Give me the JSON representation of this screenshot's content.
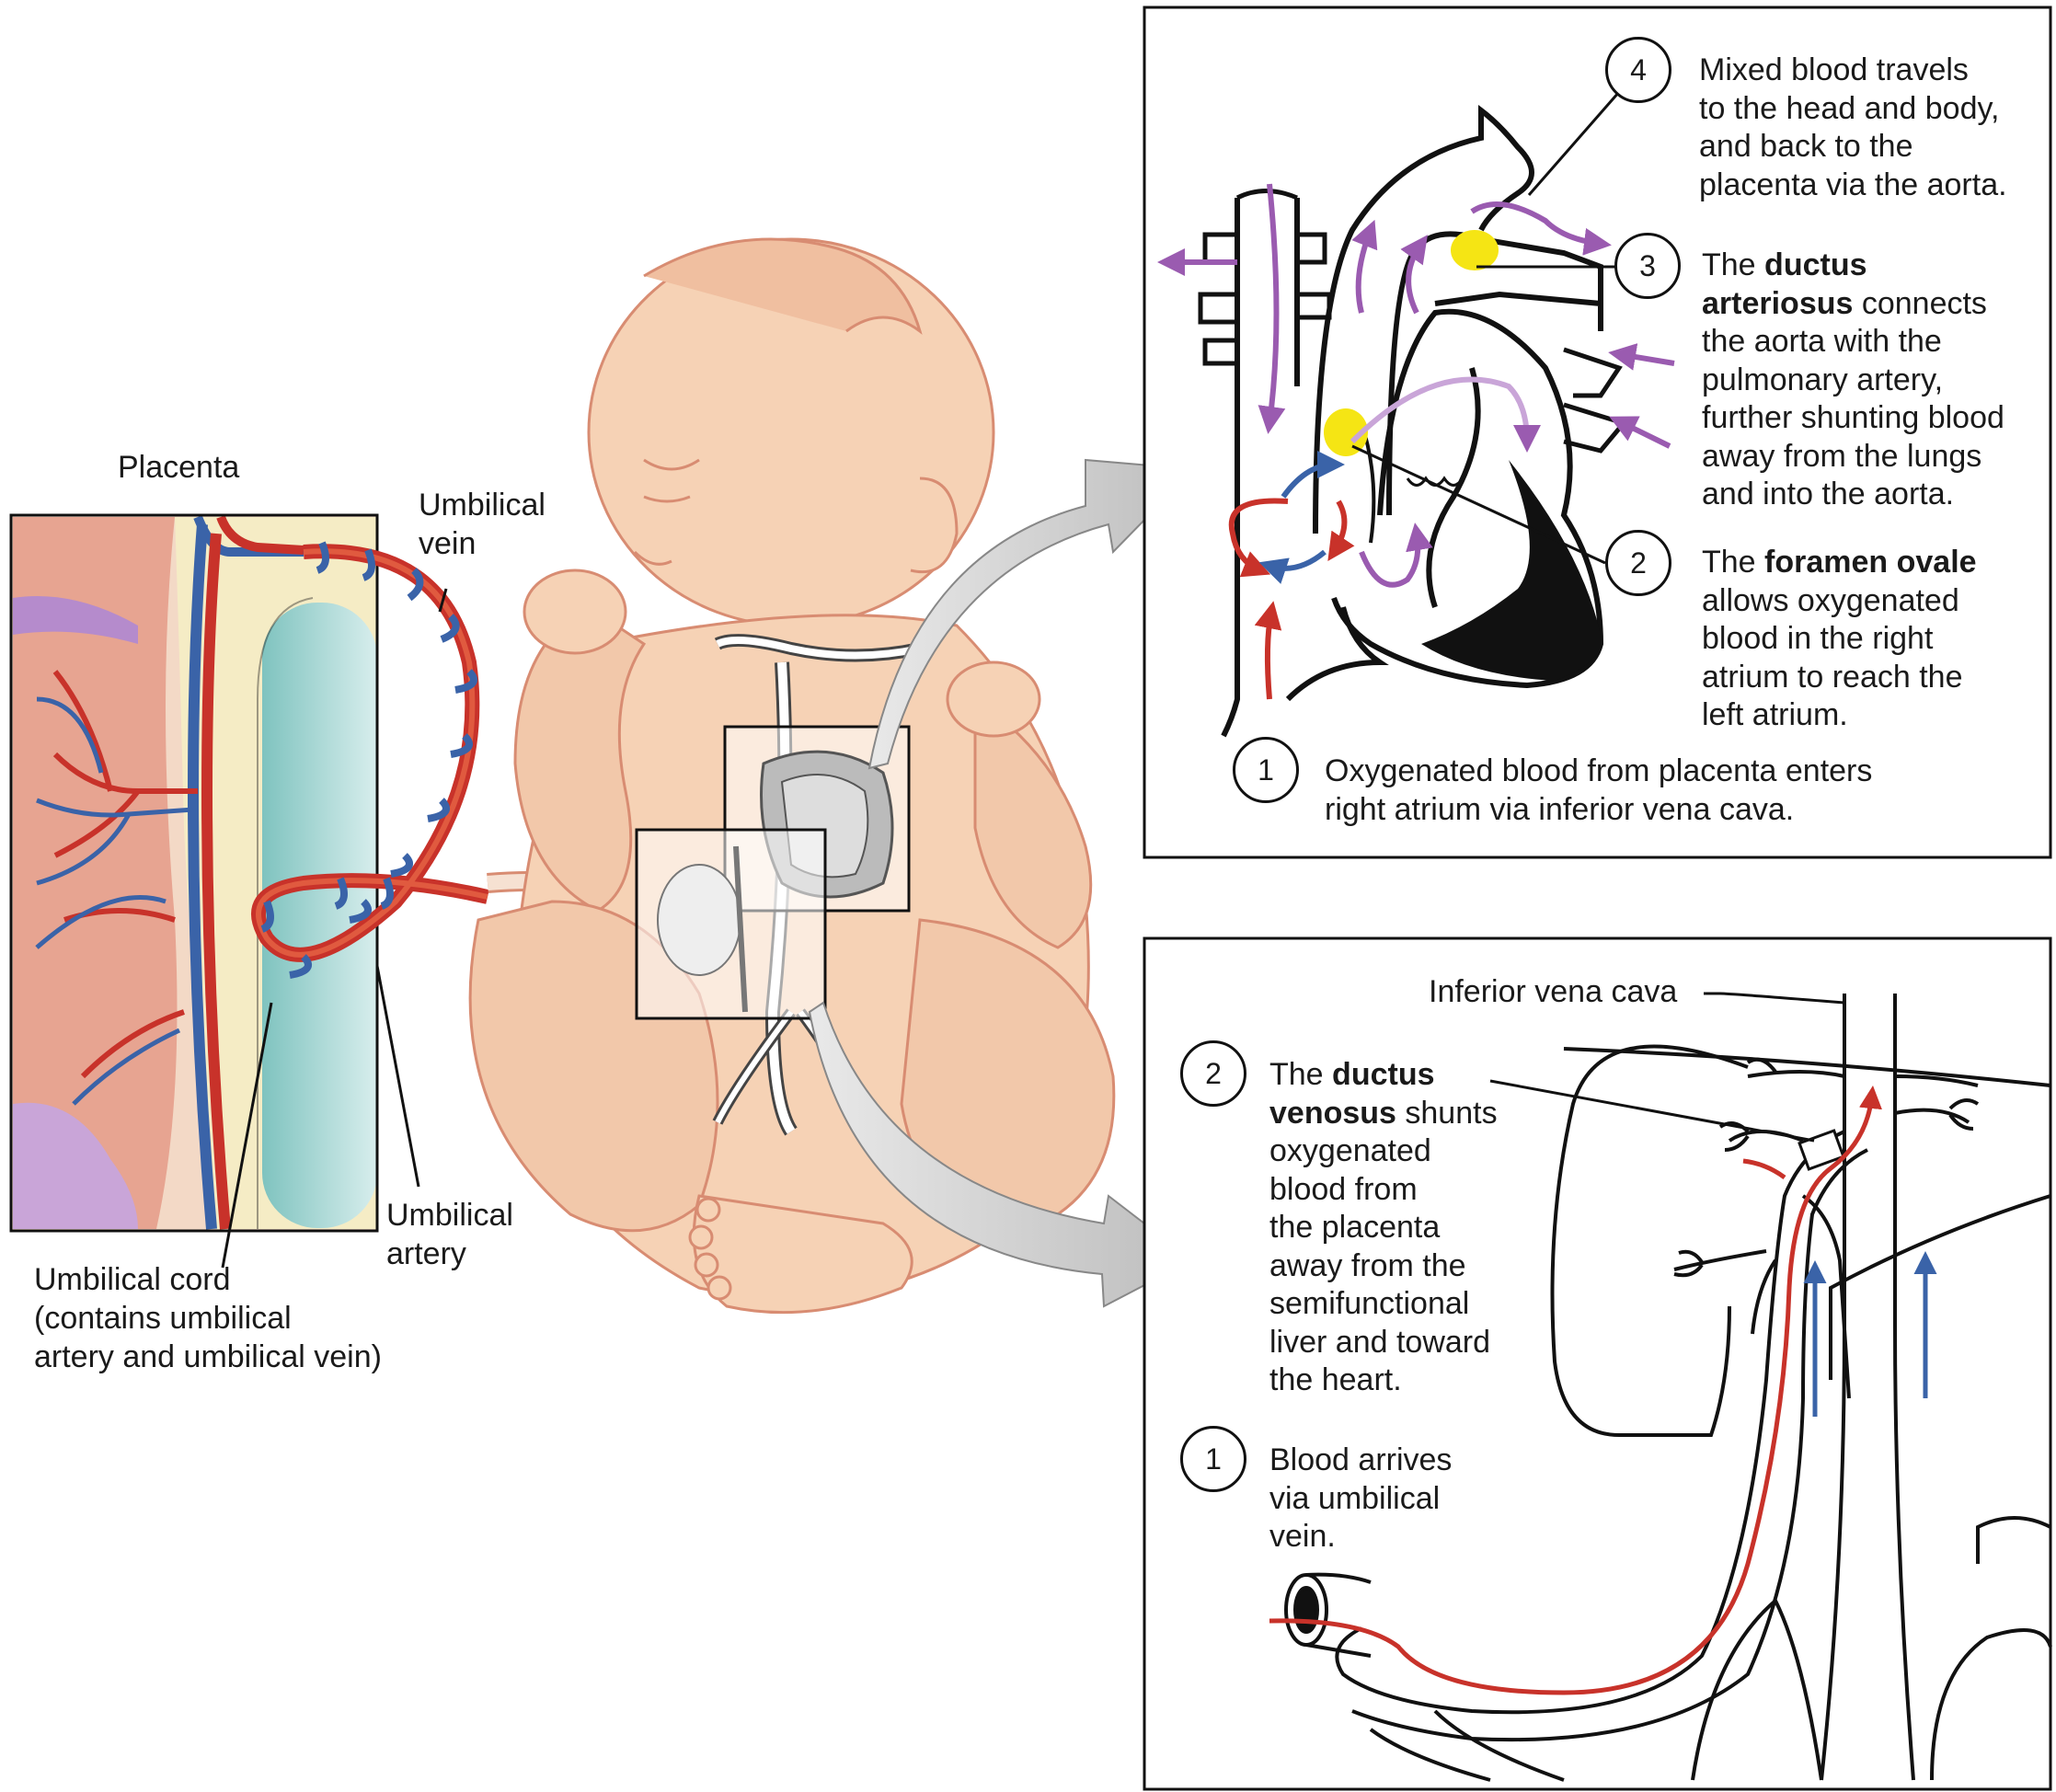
{
  "left_panel": {
    "placenta_label": "Placenta",
    "umbilical_vein_label": [
      "Umbilical",
      "vein"
    ],
    "umbilical_artery_label": [
      "Umbilical",
      "artery"
    ],
    "umbilical_cord_label": [
      "Umbilical cord",
      "(contains umbilical",
      "artery and umbilical vein)"
    ]
  },
  "heart_panel": {
    "steps": [
      {
        "number": "1",
        "lines": [
          "Oxygenated blood from placenta enters",
          "right atrium via inferior vena cava."
        ]
      },
      {
        "number": "2",
        "pre": "The ",
        "bold": "foramen ovale",
        "lines": [
          "allows oxygenated",
          "blood in the right",
          "atrium to reach the",
          "left atrium."
        ]
      },
      {
        "number": "3",
        "pre": "The ",
        "bold": "ductus",
        "bold2": "arteriosus",
        "post2": " connects",
        "lines": [
          "the aorta with the",
          "pulmonary artery,",
          "further shunting blood",
          "away from the lungs",
          "and into the aorta."
        ]
      },
      {
        "number": "4",
        "lines": [
          "Mixed blood travels",
          "to the head and body,",
          "and back to the",
          "placenta via the aorta."
        ]
      }
    ]
  },
  "liver_panel": {
    "ivc_label": "Inferior vena cava",
    "steps": [
      {
        "number": "1",
        "lines": [
          "Blood arrives",
          "via umbilical",
          "vein."
        ]
      },
      {
        "number": "2",
        "pre": "The ",
        "bold": "ductus",
        "bold2": "venosus",
        "post2": " shunts",
        "lines": [
          "oxygenated",
          "blood from",
          "the placenta",
          "away from the",
          "semifunctional",
          "liver and toward",
          "the heart."
        ]
      }
    ]
  },
  "colors": {
    "oxygenated": "#c8322a",
    "deoxygenated": "#3a63a8",
    "mixed": "#9a5bb0",
    "highlight": "#f5e514",
    "skin": "#f6d2b5",
    "skin_outline": "#d88c72",
    "amniotic": "#9fd3d0"
  }
}
